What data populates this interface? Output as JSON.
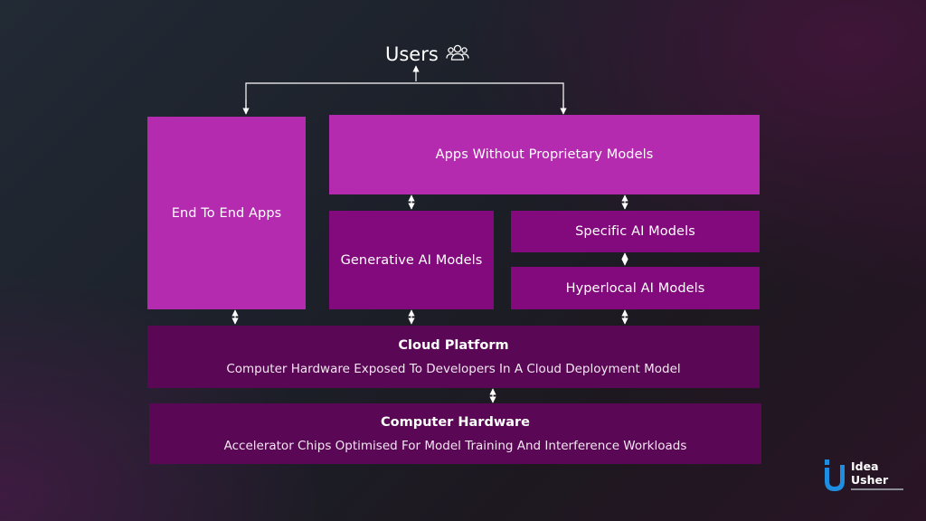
{
  "users": {
    "label": "Users",
    "icon": "users-icon"
  },
  "boxes": {
    "end_to_end": "End To End Apps",
    "apps_without": "Apps Without Proprietary Models",
    "generative": "Generative AI Models",
    "specific": "Specific AI Models",
    "hyperlocal": "Hyperlocal AI Models",
    "cloud_title": "Cloud Platform",
    "cloud_desc": "Computer Hardware Exposed To Developers In A Cloud Deployment Model",
    "hardware_title": "Computer Hardware",
    "hardware_desc": "Accelerator Chips Optimised For Model Training And Interference Workloads"
  },
  "logo": {
    "line1": "Idea",
    "line2": "Usher",
    "icon": "idea-usher-logo-icon"
  },
  "colors": {
    "bright_box": "#b52bb0",
    "mid_box": "#820a7c",
    "dark_box": "#5a0855",
    "logo_accent": "#1e8fe0"
  }
}
